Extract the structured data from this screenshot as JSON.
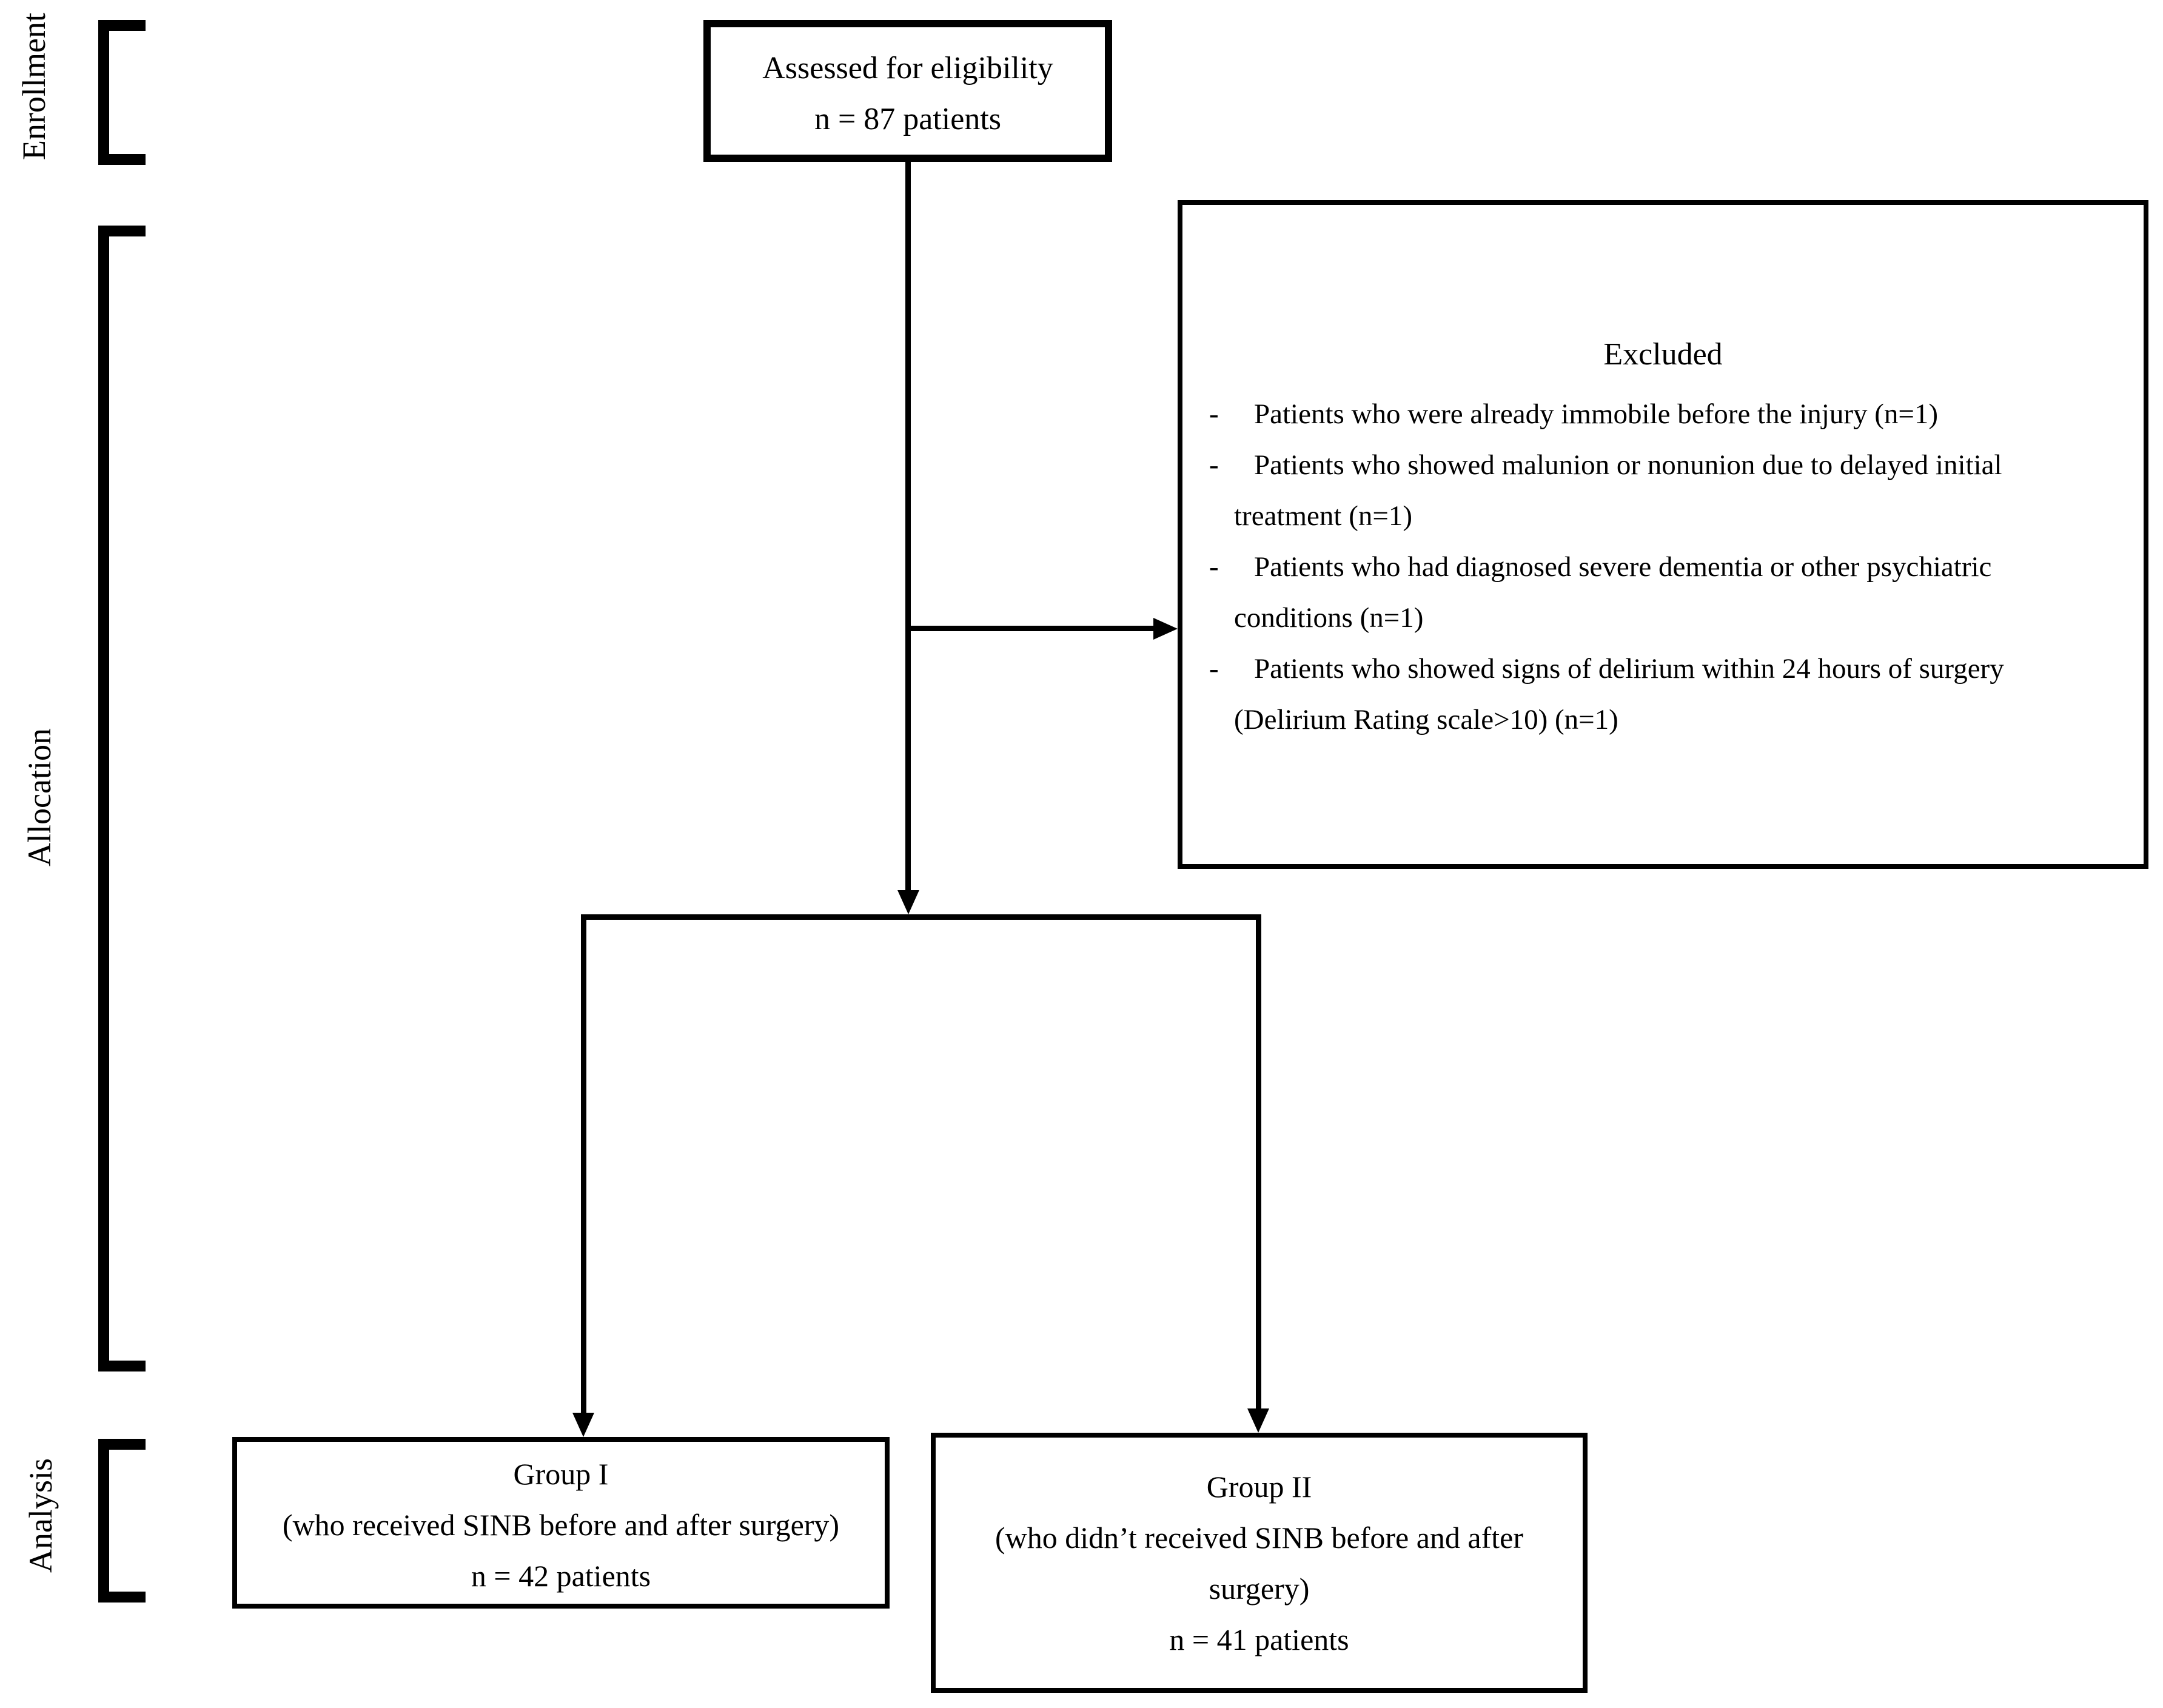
{
  "diagram": {
    "colors": {
      "ink": "#000000",
      "background": "#ffffff"
    },
    "stages": [
      {
        "label": "Enrollment"
      },
      {
        "label": "Allocation"
      },
      {
        "label": "Analysis"
      }
    ],
    "assessed_box": {
      "line1": "Assessed for eligibility",
      "line2": "n = 87 patients"
    },
    "excluded_box": {
      "title": "Excluded",
      "items": [
        {
          "marker": "-",
          "lines": [
            "Patients who were already immobile before the injury (n=1)"
          ]
        },
        {
          "marker": "-",
          "lines": [
            "Patients who showed malunion or nonunion due to delayed initial",
            "treatment (n=1)"
          ]
        },
        {
          "marker": "-",
          "lines": [
            "Patients who had diagnosed severe dementia or other psychiatric",
            "conditions (n=1)"
          ]
        },
        {
          "marker": "-",
          "lines": [
            "Patients who showed signs of delirium within 24 hours of surgery",
            "(Delirium Rating scale>10) (n=1)"
          ]
        }
      ]
    },
    "group1_box": {
      "line1": "Group I",
      "line2": "(who received SINB before and after surgery)",
      "line3": "n = 42 patients"
    },
    "group2_box": {
      "line1": "Group II",
      "line2": "(who didn’t received SINB before and after",
      "line3": "surgery)",
      "line4": "n = 41 patients"
    }
  }
}
